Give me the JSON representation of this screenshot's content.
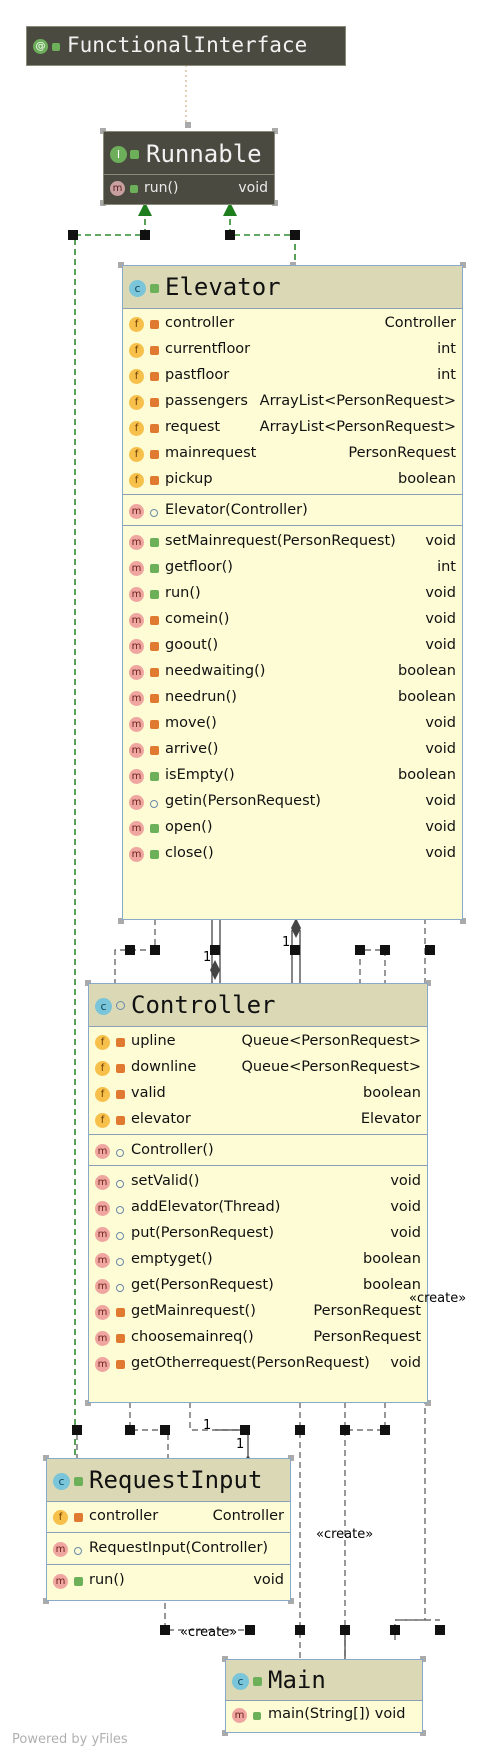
{
  "colors": {
    "class_fill": "#fdfcd5",
    "header_fill": "#dbd9b5",
    "dark_fill": "#4b4a40",
    "border": "#8aa8c8",
    "green_arrow": "#1e7e1e",
    "dashed_green": "#2f8a2f"
  },
  "functional_interface": {
    "icon": "at-annotation-icon",
    "name": "FunctionalInterface"
  },
  "runnable": {
    "icon": "interface-icon",
    "name": "Runnable",
    "method": {
      "name": "run()",
      "type": "void"
    }
  },
  "elevator": {
    "icon": "class-icon",
    "name": "Elevator",
    "fields": [
      {
        "name": "controller",
        "type": "Controller"
      },
      {
        "name": "currentfloor",
        "type": "int"
      },
      {
        "name": "pastfloor",
        "type": "int"
      },
      {
        "name": "passengers",
        "type": "ArrayList<PersonRequest>"
      },
      {
        "name": "request",
        "type": "ArrayList<PersonRequest>"
      },
      {
        "name": "mainrequest",
        "type": "PersonRequest"
      },
      {
        "name": "pickup",
        "type": "boolean"
      }
    ],
    "constructor": {
      "name": "Elevator(Controller)"
    },
    "methods": [
      {
        "name": "setMainrequest(PersonRequest)",
        "type": "void"
      },
      {
        "name": "getfloor()",
        "type": "int"
      },
      {
        "name": "run()",
        "type": "void"
      },
      {
        "name": "comein()",
        "type": "void"
      },
      {
        "name": "goout()",
        "type": "void"
      },
      {
        "name": "needwaiting()",
        "type": "boolean"
      },
      {
        "name": "needrun()",
        "type": "boolean"
      },
      {
        "name": "move()",
        "type": "void"
      },
      {
        "name": "arrive()",
        "type": "void"
      },
      {
        "name": "isEmpty()",
        "type": "boolean"
      },
      {
        "name": "getin(PersonRequest)",
        "type": "void"
      },
      {
        "name": "open()",
        "type": "void"
      },
      {
        "name": "close()",
        "type": "void"
      }
    ]
  },
  "controller": {
    "icon": "class-icon",
    "name": "Controller",
    "fields": [
      {
        "name": "upline",
        "type": "Queue<PersonRequest>"
      },
      {
        "name": "downline",
        "type": "Queue<PersonRequest>"
      },
      {
        "name": "valid",
        "type": "boolean"
      },
      {
        "name": "elevator",
        "type": "Elevator"
      }
    ],
    "constructor": {
      "name": "Controller()"
    },
    "methods": [
      {
        "name": "setValid()",
        "type": "void"
      },
      {
        "name": "addElevator(Thread)",
        "type": "void"
      },
      {
        "name": "put(PersonRequest)",
        "type": "void"
      },
      {
        "name": "emptyget()",
        "type": "boolean"
      },
      {
        "name": "get(PersonRequest)",
        "type": "boolean"
      },
      {
        "name": "getMainrequest()",
        "type": "PersonRequest"
      },
      {
        "name": "choosemainreq()",
        "type": "PersonRequest"
      },
      {
        "name": "getOtherrequest(PersonRequest)",
        "type": "void"
      }
    ]
  },
  "request_input": {
    "icon": "class-icon",
    "name": "RequestInput",
    "fields": [
      {
        "name": "controller",
        "type": "Controller"
      }
    ],
    "constructor": {
      "name": "RequestInput(Controller)"
    },
    "methods": [
      {
        "name": "run()",
        "type": "void"
      }
    ]
  },
  "main": {
    "icon": "class-icon",
    "name": "Main",
    "methods": [
      {
        "name": "main(String[]) void"
      }
    ]
  },
  "labels": {
    "create_1": "«create»",
    "create_2": "«create»",
    "create_3": "«create»",
    "mult_1": "1",
    "mult_2": "1",
    "mult_3": "1",
    "mult_4": "1"
  },
  "footer": "Powered by yFiles"
}
